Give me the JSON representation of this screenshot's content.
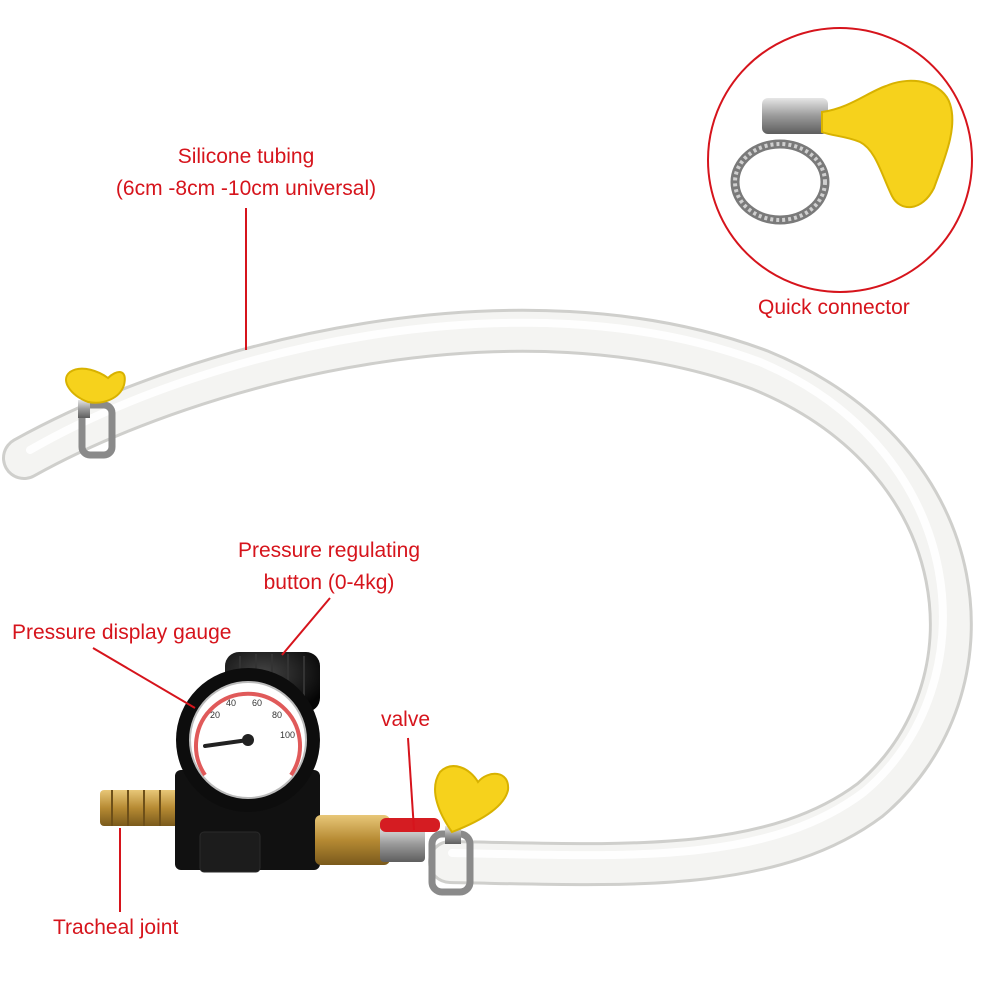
{
  "labels": {
    "silicone_tubing": {
      "line1": "Silicone tubing",
      "line2": "(6cm -8cm -10cm universal)"
    },
    "quick_connector": "Quick connector",
    "pressure_regulating": {
      "line1": "Pressure regulating",
      "line2": "button (0-4kg)"
    },
    "pressure_gauge": "Pressure display gauge",
    "valve": "valve",
    "tracheal_joint": "Tracheal joint"
  },
  "gauge": {
    "tick_labels": [
      "20",
      "40",
      "60",
      "80",
      "100"
    ]
  },
  "colors": {
    "label": "#d6141c",
    "tube": "#f4f4f2",
    "wing_nut": "#f6d21c",
    "brass": "#c9a14a",
    "regulator_body": "#111111"
  }
}
